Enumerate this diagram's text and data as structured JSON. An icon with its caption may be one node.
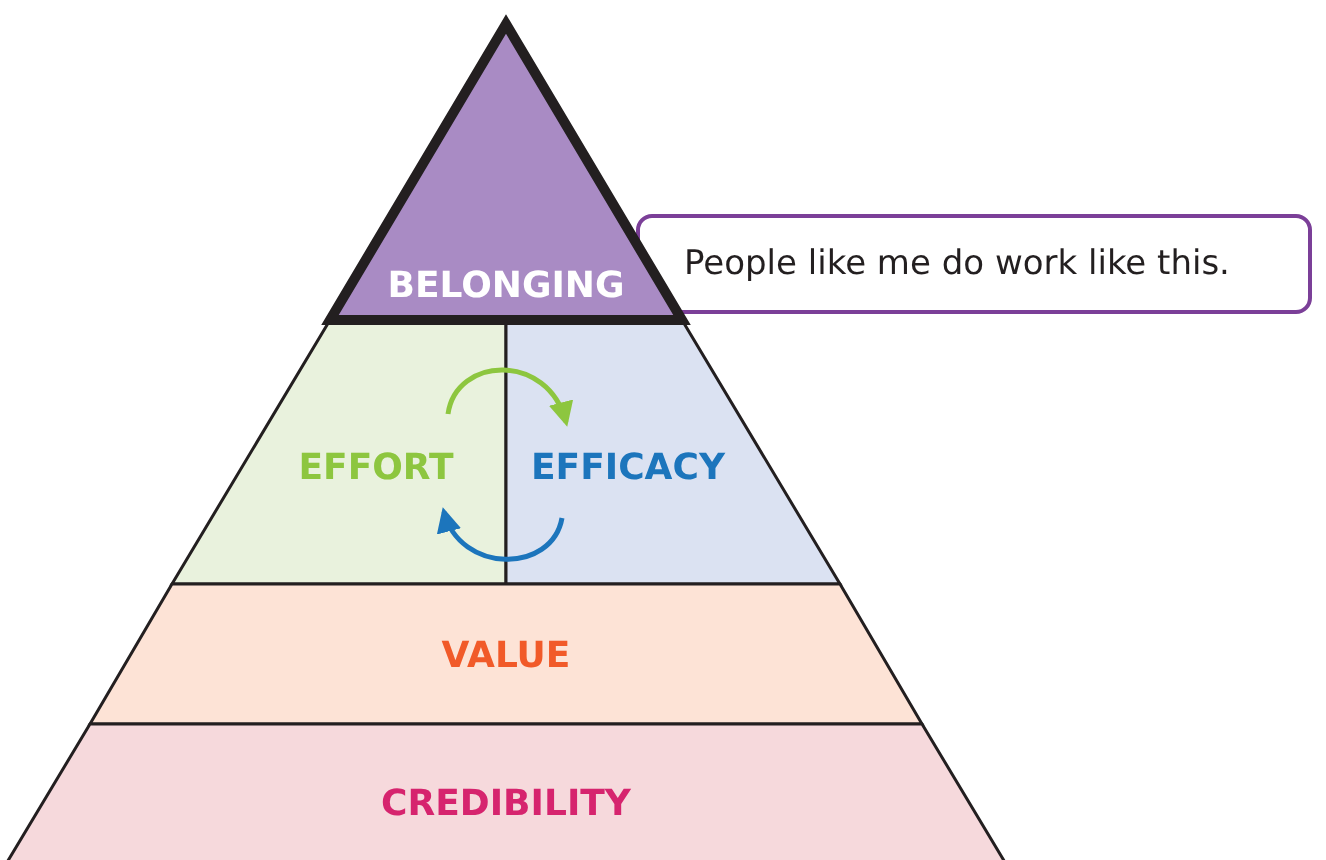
{
  "diagram": {
    "nodes": [
      {
        "text": [
          "BELONGING"
        ]
      },
      {
        "text": [
          "People like me do work like this."
        ]
      },
      {
        "text": [
          "EFFORT"
        ]
      },
      {
        "text": [
          "EFFICACY"
        ]
      },
      {
        "text": [
          "VALUE"
        ]
      },
      {
        "text": [
          "CREDIBILITY"
        ]
      }
    ],
    "edges": [
      {
        "from": 2,
        "to": 3,
        "arrow": "to",
        "color": "#8dc63f"
      },
      {
        "from": 3,
        "to": 2,
        "arrow": "to",
        "color": "#1c75bc"
      }
    ]
  }
}
